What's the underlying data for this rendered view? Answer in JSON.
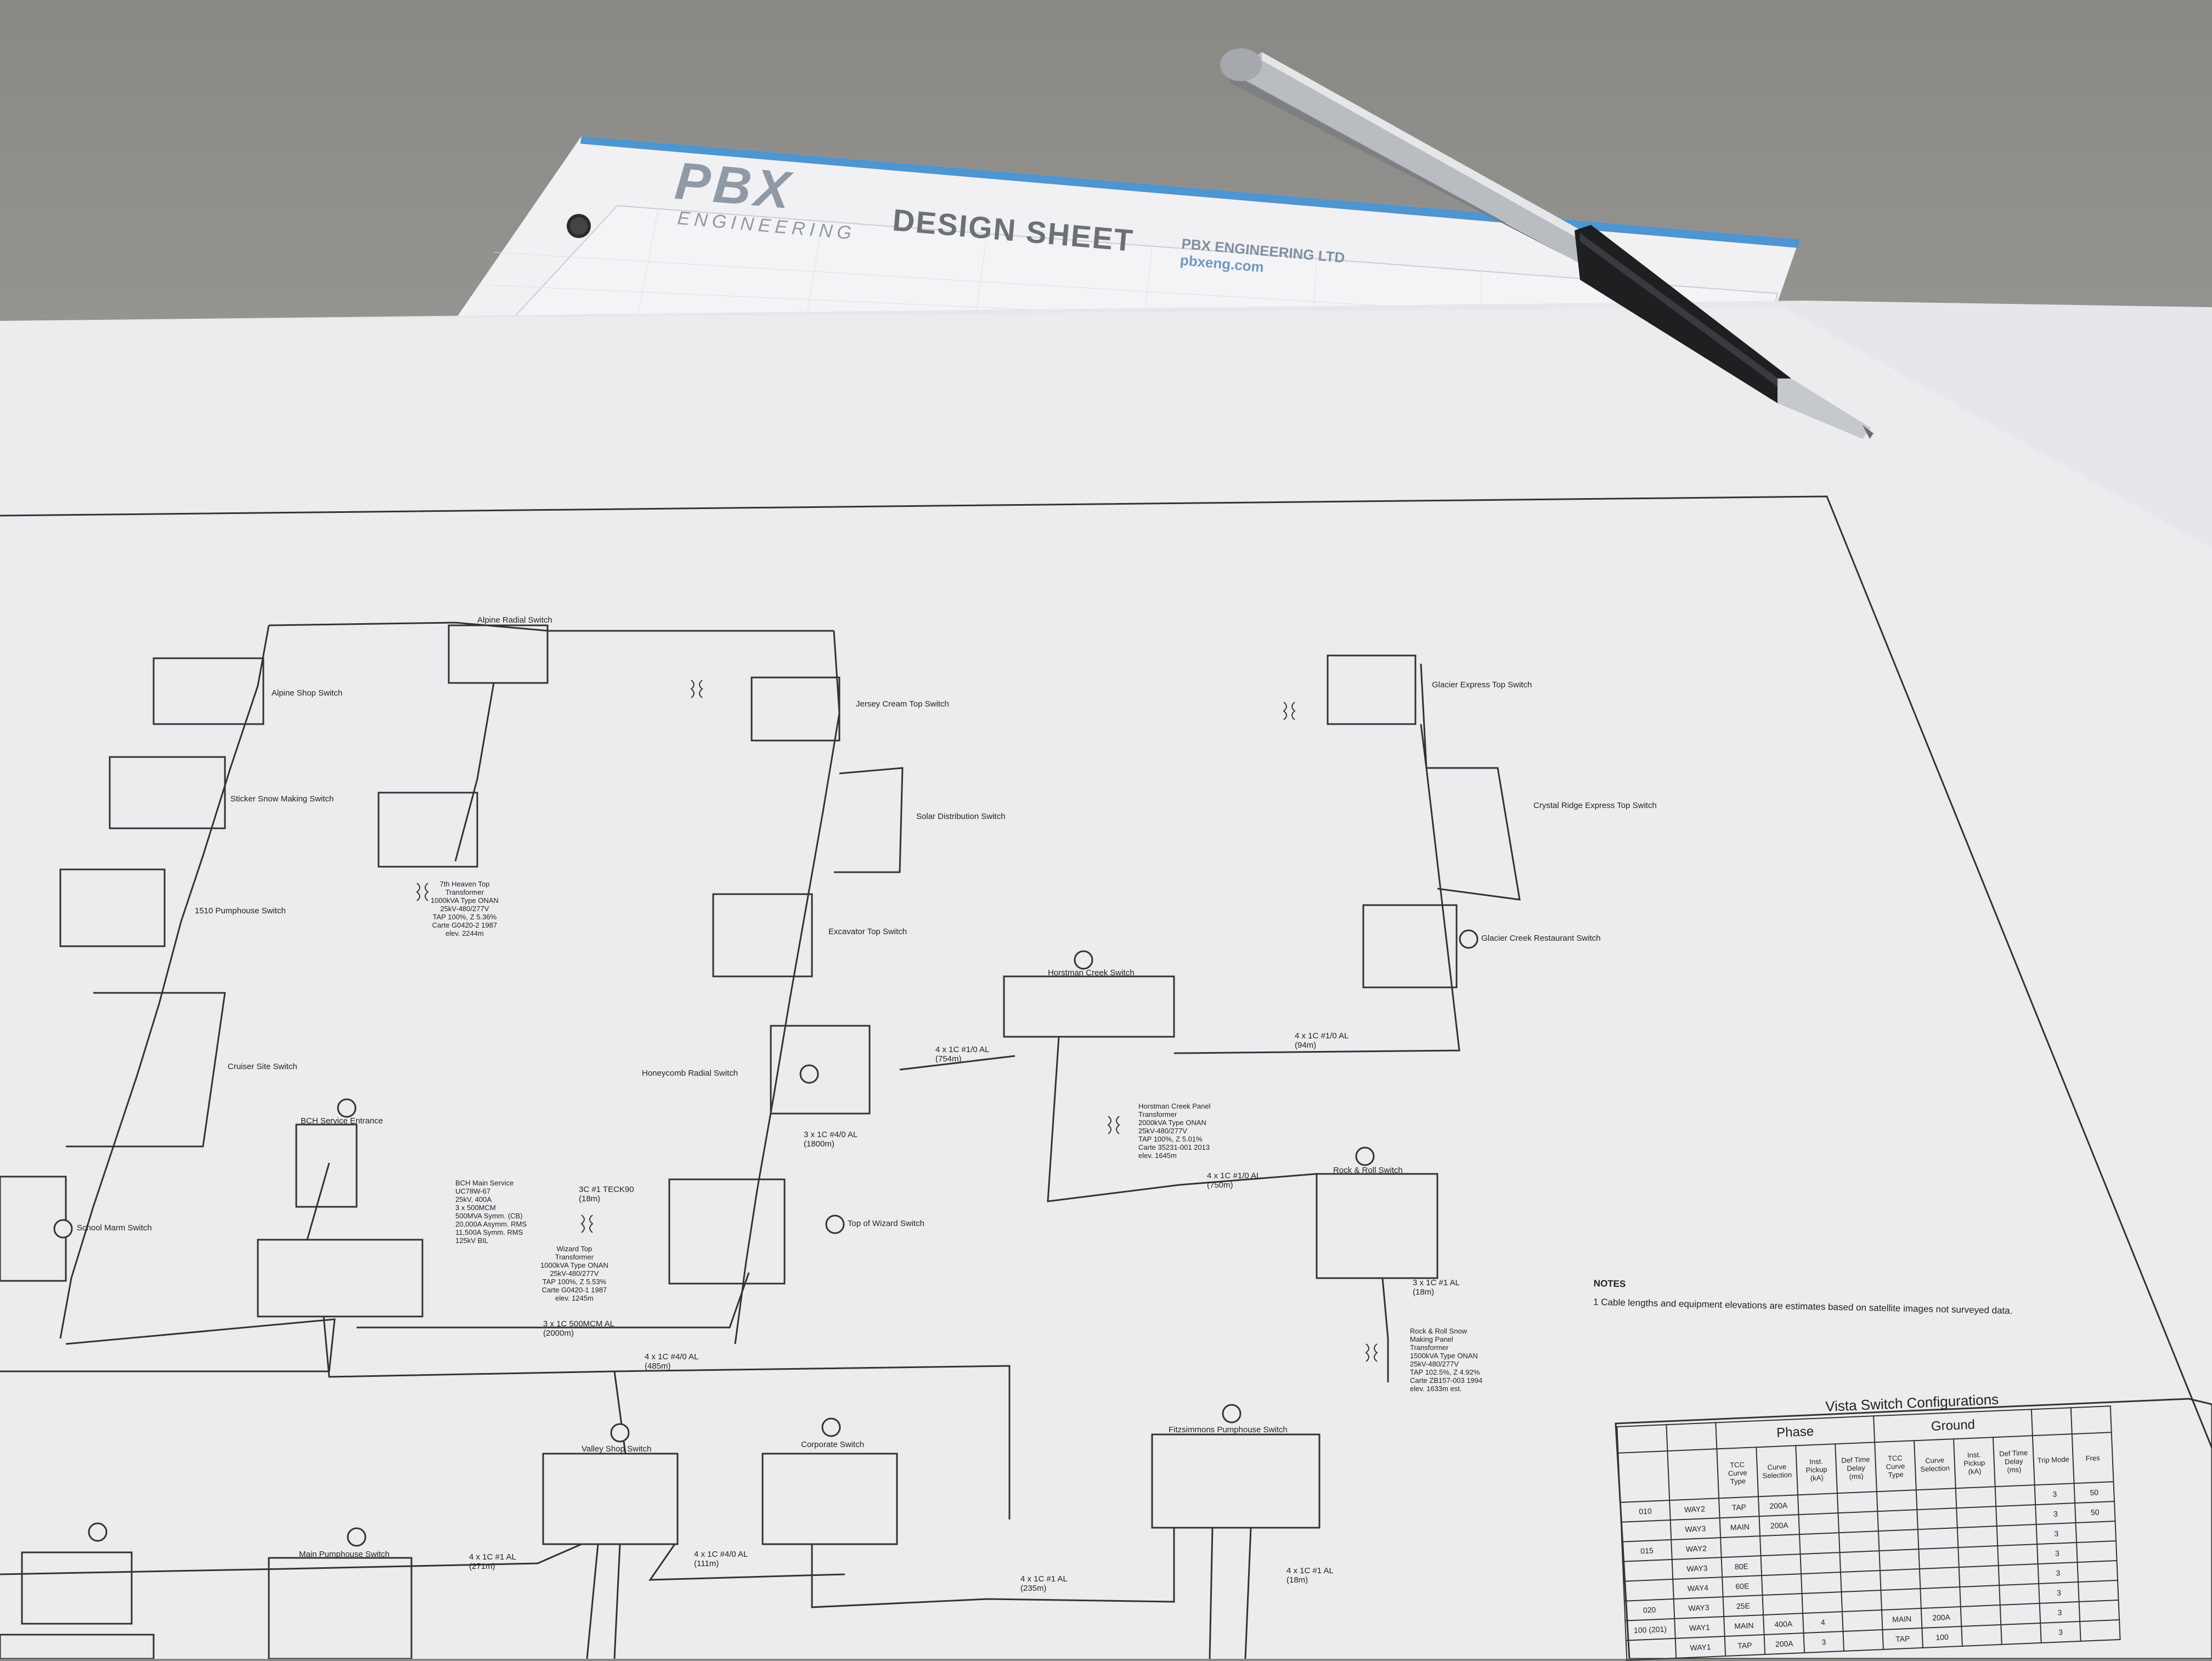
{
  "design_sheet": {
    "logo_text": "PBX",
    "logo_sub": "ENGINEERING",
    "title": "DESIGN SHEET",
    "company": "PBX ENGINEERING LTD",
    "website": "pbxeng.com"
  },
  "diagram_labels": {
    "alpine_switch": "Alpine Radial Switch",
    "alpine_top_switch": "Alpine Shop Switch",
    "sticker_snow_switch": "Sticker Snow Making Switch",
    "pumphouse_1510": "1510 Pumphouse Switch",
    "cruiser_site": "Cruiser Site Switch",
    "school_marm": "School Marm Switch",
    "bch_service": "BCH Service Entrance",
    "bch_main_service": "BCH Main Service\nUC78W-67\n25kV, 400A\n3 x 500MCM\n500MVA Symm. (CB)\n20,000A Asymm. RMS\n11,500A Symm. RMS\n125kV BIL",
    "jersey_cream_top": "Jersey Cream Top Switch",
    "solar_dist": "Solar Distribution Switch",
    "excavator_top": "Excavator Top Switch",
    "honeycomb_radial": "Honeycomb Radial Switch",
    "top_of_wizard": "Top of Wizard Switch",
    "horstman_creek": "Horstman Creek Switch",
    "glacier_express_top": "Glacier Express Top Switch",
    "crystal_ridge": "Crystal Ridge Express Top Switch",
    "glacier_creek_restaurant": "Glacier Creek Restaurant Switch",
    "rock_roll": "Rock & Roll Switch",
    "valley_shop": "Valley Shop Switch",
    "corporate": "Corporate Switch",
    "fitzsimmons": "Fitzsimmons Pumphouse Switch",
    "main_pumphouse": "Main Pumphouse Switch",
    "wizard_top_transformer": "Wizard Top\nTransformer\n1000kVA Type ONAN\n25kV-480/277V\nTAP 100%, Z 5.53%\nCarte G0420-1 1987\nelev. 1245m",
    "horstman_transformer": "Horstman Creek Panel\nTransformer\n2000kVA Type ONAN\n25kV-480/277V\nTAP 100%, Z 5.01%\nCarte 35231-001 2013\nelev. 1645m",
    "rock_roll_transformer": "Rock & Roll Snow\nMaking Panel\nTransformer\n1500kVA Type ONAN\n25kV-480/277V\nTAP 102.5%, Z 4.92%\nCarte ZB157-003 1994\nelev. 1633m est.",
    "seventh_heaven": "7th Heaven Top\nTransformer\n1000kVA Type ONAN\n25kV-480/277V\nTAP 100%, Z 5.36%\nCarte G0420-2 1987\nelev. 2244m",
    "cable_2000": "3 x 1C 500MCM AL\n(2000m)",
    "cable_485": "4 x 1C #4/0 AL\n(485m)",
    "cable_750": "4 x 1C #1/0 AL\n(750m)",
    "cable_754": "4 x 1C #1/0 AL\n(754m)",
    "cable_94": "4 x 1C #1/0 AL\n(94m)",
    "cable_1800": "3 x 1C #4/0 AL\n(1800m)",
    "cable_18": "3 x 1C #1 AL\n(18m)",
    "teck_18": "3C #1 TECK90\n(18m)",
    "cable_235": "4 x 1C #1 AL\n(235m)",
    "cable_111": "4 x 1C #4/0 AL\n(111m)",
    "cable_271": "4 x 1C #1 AL\n(271m)",
    "cable_18b": "4 x 1C #1 AL\n(18m)"
  },
  "notes": {
    "heading": "NOTES",
    "line1": "1 Cable lengths and equipment elevations are estimates based on satellite images not surveyed data."
  },
  "vista_table": {
    "title": "Vista Switch Configurations",
    "groups": [
      "Phase",
      "Ground"
    ],
    "subheaders": [
      "TCC Curve Type",
      "Curve Selection",
      "Inst. Pickup (kA)",
      "Def Time Delay (ms)",
      "TCC Curve Type",
      "Curve Selection",
      "Inst. Pickup (kA)",
      "Def Time Delay (ms)",
      "Trip Mode",
      "Fres"
    ],
    "rows": [
      [
        "010",
        "WAY2",
        "TAP",
        "200A",
        "",
        "",
        "",
        "",
        "",
        "",
        "3",
        "50"
      ],
      [
        "",
        "WAY3",
        "MAIN",
        "200A",
        "",
        "",
        "",
        "",
        "",
        "",
        "3",
        "50"
      ],
      [
        "015",
        "WAY2",
        "",
        "",
        "",
        "",
        "",
        "",
        "",
        "",
        "3",
        ""
      ],
      [
        "",
        "WAY3",
        "80E",
        "",
        "",
        "",
        "",
        "",
        "",
        "",
        "3",
        ""
      ],
      [
        "",
        "WAY4",
        "60E",
        "",
        "",
        "",
        "",
        "",
        "",
        "",
        "3",
        ""
      ],
      [
        "020",
        "WAY3",
        "25E",
        "",
        "",
        "",
        "",
        "",
        "",
        "",
        "3",
        ""
      ],
      [
        "100 (201)",
        "WAY1",
        "MAIN",
        "400A",
        "4",
        "",
        "MAIN",
        "200A",
        "",
        "",
        "3",
        ""
      ],
      [
        "",
        "WAY1",
        "TAP",
        "200A",
        "3",
        "",
        "TAP",
        "100",
        "",
        "",
        "3",
        ""
      ]
    ]
  }
}
